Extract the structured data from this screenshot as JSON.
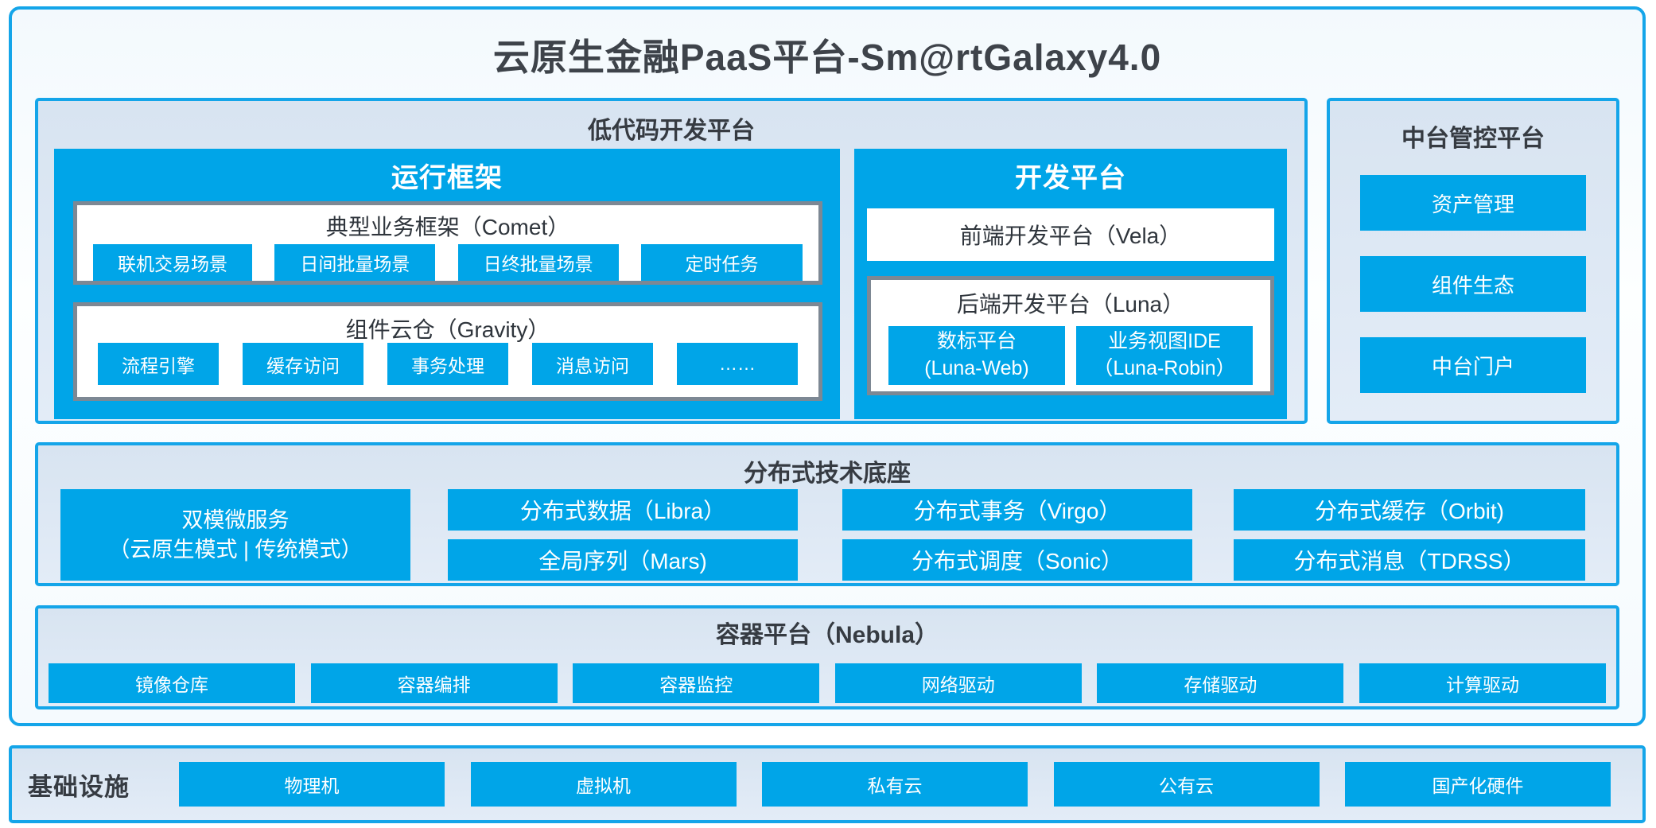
{
  "title": "云原生金融PaaS平台-Sm@rtGalaxy4.0",
  "colors": {
    "accent_blue": "#00A5E8",
    "border_blue": "#14A5E9",
    "panel_bg": "#DFE9F5",
    "gray_border": "#7D8894",
    "dark_text": "#3A4047"
  },
  "lowcode": {
    "title": "低代码开发平台",
    "runtime": {
      "title": "运行框架",
      "comet": {
        "title": "典型业务框架（Comet）",
        "items": [
          "联机交易场景",
          "日间批量场景",
          "日终批量场景",
          "定时任务"
        ]
      },
      "gravity": {
        "title": "组件云仓（Gravity）",
        "items": [
          "流程引擎",
          "缓存访问",
          "事务处理",
          "消息访问",
          "……"
        ]
      }
    },
    "dev": {
      "title": "开发平台",
      "vela": "前端开发平台（Vela）",
      "luna": {
        "title": "后端开发平台（Luna）",
        "items": [
          {
            "line1": "数标平台",
            "line2": "(Luna-Web)"
          },
          {
            "line1": "业务视图IDE",
            "line2": "（Luna-Robin）"
          }
        ]
      }
    }
  },
  "midplatform": {
    "title": "中台管控平台",
    "items": [
      "资产管理",
      "组件生态",
      "中台门户"
    ]
  },
  "distributed": {
    "title": "分布式技术底座",
    "dual": {
      "line1": "双模微服务",
      "line2": "（云原生模式 | 传统模式）"
    },
    "row1": [
      "分布式数据（Libra）",
      "分布式事务（Virgo）",
      "分布式缓存（Orbit)"
    ],
    "row2": [
      "全局序列（Mars)",
      "分布式调度（Sonic）",
      "分布式消息（TDRSS）"
    ]
  },
  "container_platform": {
    "title": "容器平台（Nebula）",
    "items": [
      "镜像仓库",
      "容器编排",
      "容器监控",
      "网络驱动",
      "存储驱动",
      "计算驱动"
    ]
  },
  "infrastructure": {
    "title": "基础设施",
    "items": [
      "物理机",
      "虚拟机",
      "私有云",
      "公有云",
      "国产化硬件"
    ]
  }
}
